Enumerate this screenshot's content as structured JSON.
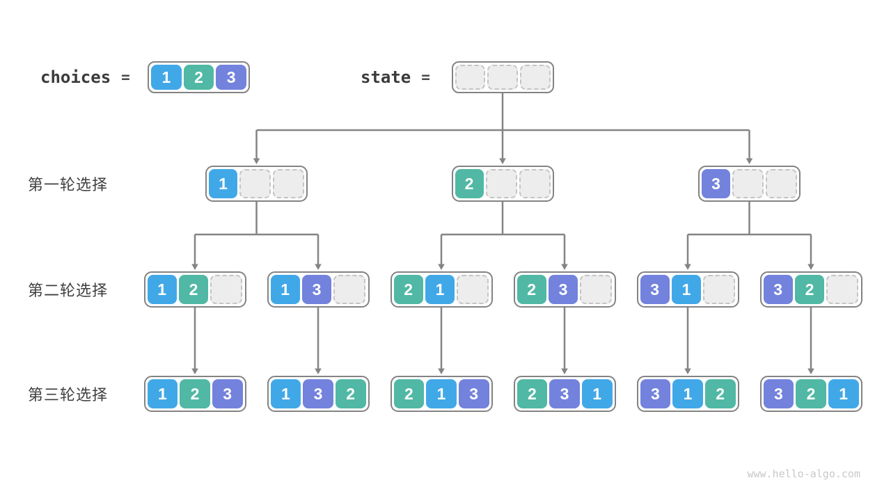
{
  "colors": {
    "value1": "#41a8e8",
    "value2": "#50b8a4",
    "value3": "#7382dc",
    "line": "#848484"
  },
  "header": {
    "choices": {
      "label": "choices",
      "equals": "=",
      "values": [
        1,
        2,
        3
      ]
    },
    "state": {
      "label": "state",
      "equals": "=",
      "values": [
        null,
        null,
        null
      ]
    }
  },
  "tree": {
    "level1": {
      "label": "第一轮选择",
      "nodes": [
        [
          1,
          null,
          null
        ],
        [
          2,
          null,
          null
        ],
        [
          3,
          null,
          null
        ]
      ]
    },
    "level2": {
      "label": "第二轮选择",
      "nodes": [
        [
          1,
          2,
          null
        ],
        [
          1,
          3,
          null
        ],
        [
          2,
          1,
          null
        ],
        [
          2,
          3,
          null
        ],
        [
          3,
          1,
          null
        ],
        [
          3,
          2,
          null
        ]
      ]
    },
    "level3": {
      "label": "第三轮选择",
      "nodes": [
        [
          1,
          2,
          3
        ],
        [
          1,
          3,
          2
        ],
        [
          2,
          1,
          3
        ],
        [
          2,
          3,
          1
        ],
        [
          3,
          1,
          2
        ],
        [
          3,
          2,
          1
        ]
      ]
    }
  },
  "footer": {
    "watermark": "www.hello-algo.com"
  }
}
